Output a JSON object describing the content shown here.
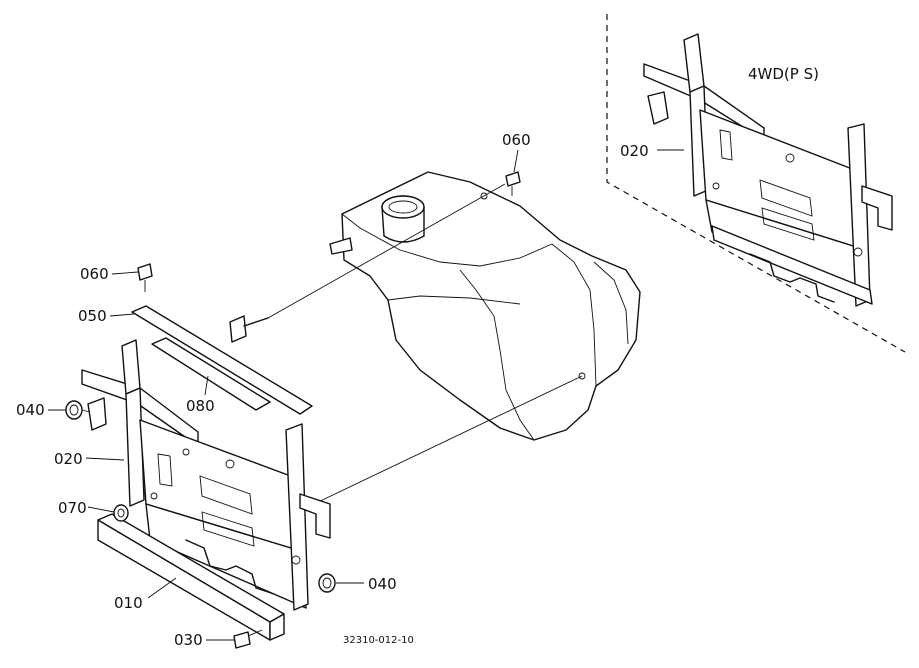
{
  "callouts": {
    "c060_top": "060",
    "c060_left": "060",
    "c050": "050",
    "c080": "080",
    "c040_left": "040",
    "c020_main": "020",
    "c070": "070",
    "c010": "010",
    "c030": "030",
    "c040_right": "040",
    "c020_inset": "020"
  },
  "inset": {
    "title": "4WD(P S)"
  },
  "drawing_number": "32310-012-10"
}
